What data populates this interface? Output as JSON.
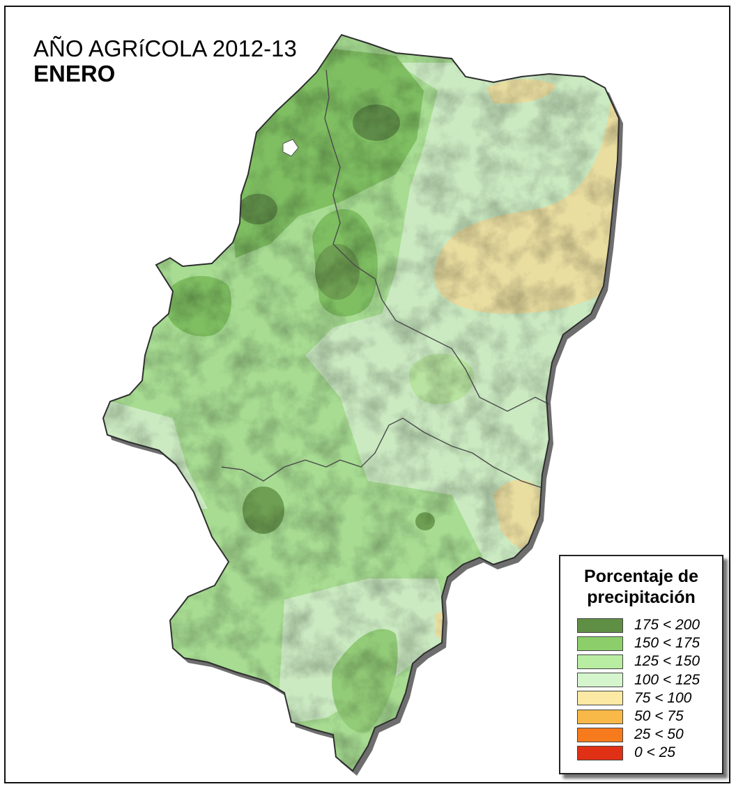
{
  "map": {
    "title_line1": "AÑO AGRíCOLA 2012-13",
    "title_line2": "ENERO"
  },
  "legend": {
    "title_line1": "Porcentaje de",
    "title_line2": "precipitación",
    "items": [
      {
        "label": "175 < 200",
        "color": "#5f8f45"
      },
      {
        "label": "150 < 175",
        "color": "#8ccf6a"
      },
      {
        "label": "125 < 150",
        "color": "#b8eda2"
      },
      {
        "label": "100 < 125",
        "color": "#d5f5cd"
      },
      {
        "label": "75 < 100",
        "color": "#fbe9a4"
      },
      {
        "label": "50 < 75",
        "color": "#f9b948"
      },
      {
        "label": "25 < 50",
        "color": "#f77b1d"
      },
      {
        "label": "0 < 25",
        "color": "#e03016"
      }
    ]
  }
}
